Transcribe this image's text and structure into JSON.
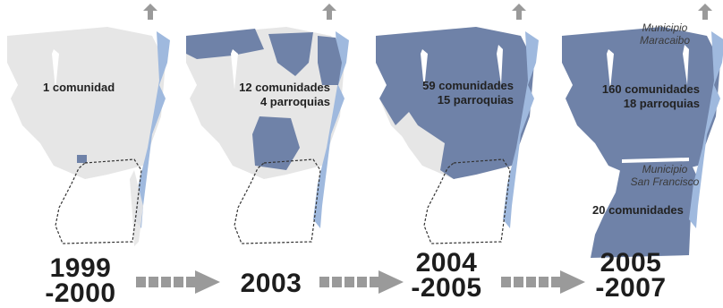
{
  "panels": [
    {
      "label_lines": [
        "1 comunidad"
      ],
      "year_lines": [
        "1999",
        "-2000"
      ]
    },
    {
      "label_lines": [
        "12 comunidades",
        "4 parroquias"
      ],
      "year_lines": [
        "2003"
      ]
    },
    {
      "label_lines": [
        "59 comunidades",
        "15 parroquias"
      ],
      "year_lines": [
        "2004",
        "-2005"
      ]
    },
    {
      "label_lines": [
        "160 comunidades",
        "18 parroquias"
      ],
      "year_lines": [
        "2005",
        "-2007"
      ],
      "municipio_north_lines": [
        "Municipio",
        "Maracaibo"
      ],
      "municipio_south_lines": [
        "Municipio",
        "San Francisco"
      ],
      "south_label": "20 comunidades"
    }
  ],
  "colors": {
    "land": "#e6e6e6",
    "covered": "#6f82a8",
    "water": "#9fb9de",
    "arrow": "#9a9a9a",
    "boundary": "#333333"
  },
  "icons": [
    "north-arrow-icon",
    "progression-arrow-icon"
  ]
}
